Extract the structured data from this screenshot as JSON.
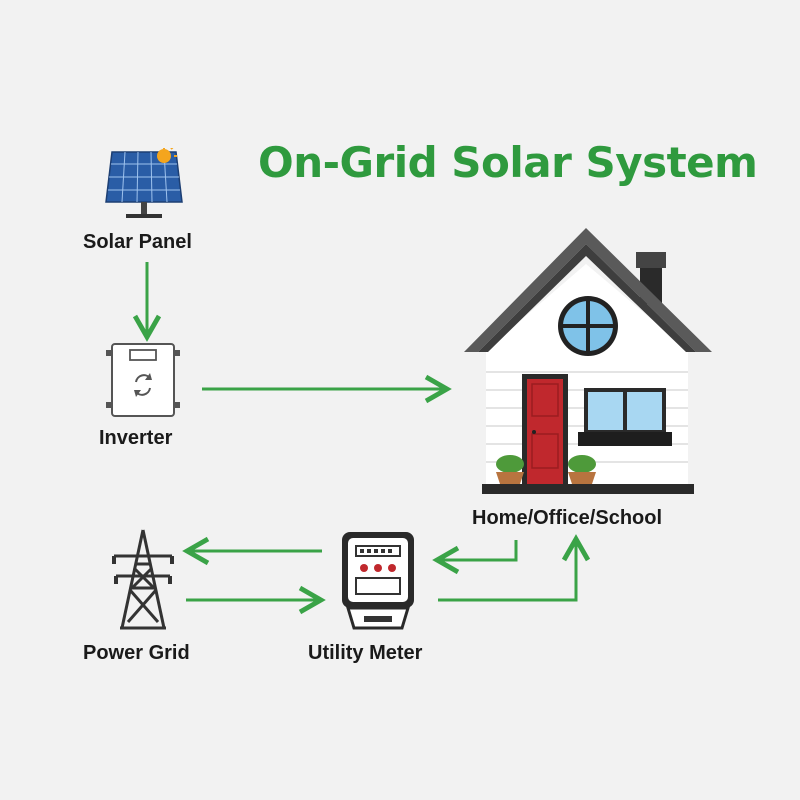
{
  "title": "On-Grid Solar System",
  "nodes": {
    "solar_panel": "Solar Panel",
    "inverter": "Inverter",
    "home": "Home/Office/School",
    "power_grid": "Power Grid",
    "utility_meter": "Utility Meter"
  },
  "colors": {
    "accent_green": "#2f9a3e",
    "arrow_green": "#3aa347",
    "background": "#f2f2f2",
    "door_red": "#c0282d",
    "roof_gray": "#555555",
    "panel_blue": "#2a5da6"
  },
  "icons": [
    "solar-panel-icon",
    "inverter-icon",
    "house-icon",
    "power-tower-icon",
    "utility-meter-icon"
  ]
}
